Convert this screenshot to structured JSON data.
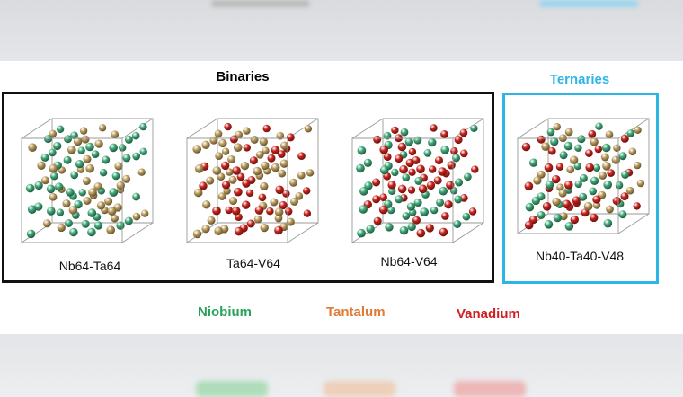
{
  "headings": {
    "binaries": "Binaries",
    "ternaries": "Ternaries"
  },
  "structures": [
    {
      "label": "Nb64-Ta64",
      "elements": [
        "Nb",
        "Ta"
      ]
    },
    {
      "label": "Ta64-V64",
      "elements": [
        "Ta",
        "V"
      ]
    },
    {
      "label": "Nb64-V64",
      "elements": [
        "Nb",
        "V"
      ]
    },
    {
      "label": "Nb40-Ta40-V48",
      "elements": [
        "Nb",
        "Ta",
        "V"
      ]
    }
  ],
  "legend": [
    {
      "name": "Niobium",
      "color": "#2aa35a"
    },
    {
      "name": "Tantalum",
      "color": "#e07b35"
    },
    {
      "name": "Vanadium",
      "color": "#d01f1f"
    }
  ],
  "atom_colors": {
    "Nb": "#3fa878",
    "Ta": "#b99a5a",
    "V": "#c8231c"
  },
  "colors": {
    "binaries_border": "#111111",
    "ternaries_border": "#2db5e6",
    "ternaries_heading": "#2db5e6"
  }
}
